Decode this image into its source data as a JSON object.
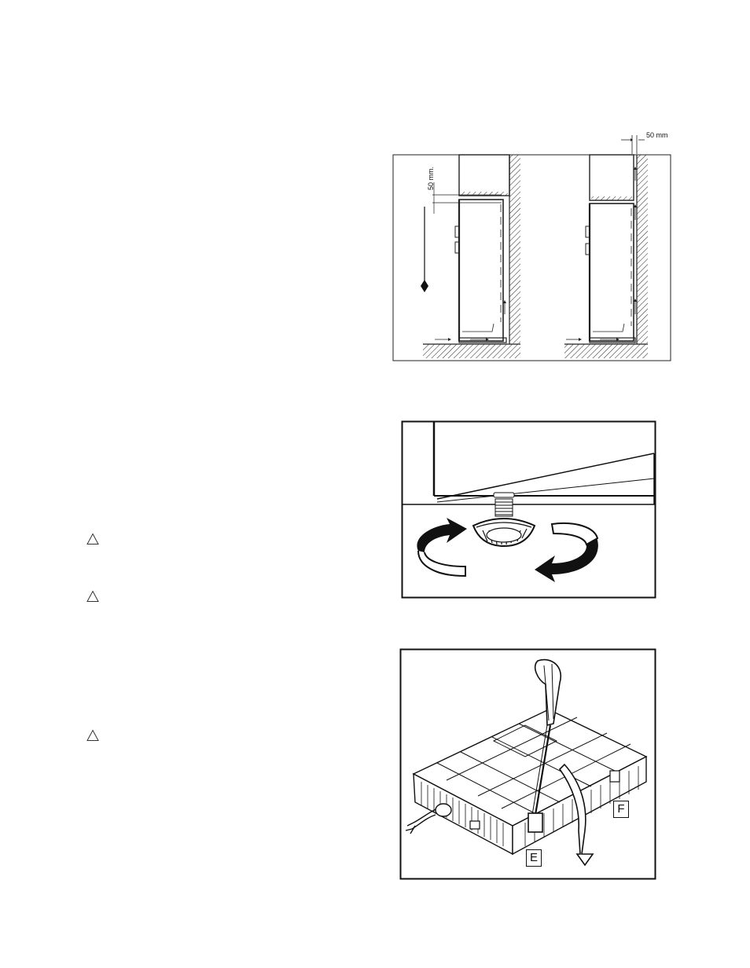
{
  "warning_icons": [
    {
      "name": "warning-triangle-icon"
    },
    {
      "name": "warning-triangle-icon"
    },
    {
      "name": "warning-triangle-icon"
    }
  ],
  "figure1": {
    "clearance_top": "50 mm",
    "clearance_side": "50 mm."
  },
  "figure3": {
    "label_e": "E",
    "label_f": "F"
  }
}
